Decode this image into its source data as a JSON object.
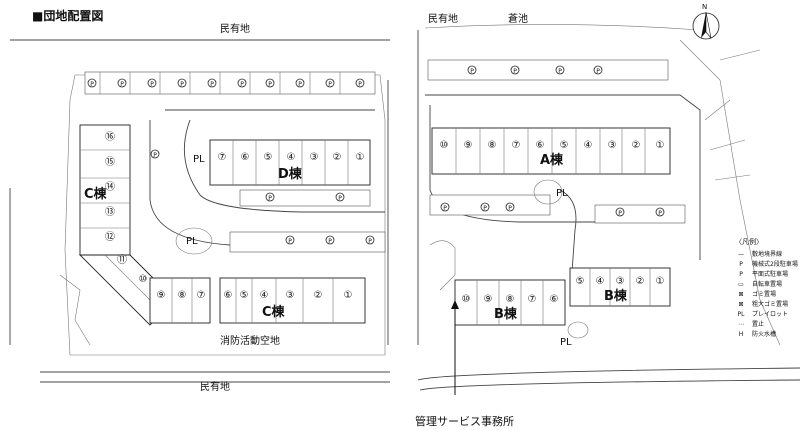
{
  "title": "■団地配置図",
  "labels": {
    "min_yuchi_top_left": "民有地",
    "min_yuchi_top_right": "民有地",
    "aoike": "蒼池",
    "min_yuchi_bottom": "民有地",
    "fire_space": "消防活動空地",
    "management_office": "管理サービス事務所",
    "north": "N",
    "pl": "PL",
    "p": "P"
  },
  "buildings": {
    "A": {
      "name": "A棟",
      "units": [
        "⑩",
        "⑨",
        "⑧",
        "⑦",
        "⑥",
        "⑤",
        "④",
        "③",
        "②",
        "①"
      ]
    },
    "B": {
      "name": "B棟",
      "units_lower": [
        "⑩",
        "⑨",
        "⑧",
        "⑦",
        "⑥"
      ],
      "units_upper": [
        "⑤",
        "④",
        "③",
        "②",
        "①"
      ]
    },
    "C": {
      "name": "C棟",
      "units_vertical": [
        "⑯",
        "⑮",
        "⑭",
        "⑬",
        "⑫",
        "⑪",
        "⑩"
      ],
      "units_horizontal": [
        "⑨",
        "⑧",
        "⑦",
        "⑥",
        "⑤",
        "④",
        "③",
        "②",
        "①"
      ]
    },
    "D": {
      "name": "D棟",
      "units": [
        "⑦",
        "⑥",
        "⑤",
        "④",
        "③",
        "②",
        "①"
      ]
    }
  },
  "legend": {
    "title": "〈凡例〉",
    "items": [
      {
        "sym": "—",
        "label": "敷地境界線"
      },
      {
        "sym": "P",
        "label": "機械式2段駐車場"
      },
      {
        "sym": "P",
        "label": "平面式駐車場"
      },
      {
        "sym": "▭",
        "label": "自転車置場"
      },
      {
        "sym": "⊠",
        "label": "ゴミ置場"
      },
      {
        "sym": "⊠",
        "label": "粗大ゴミ置場"
      },
      {
        "sym": "PL",
        "label": "プレイロット"
      },
      {
        "sym": "⋯",
        "label": "置止"
      },
      {
        "sym": "H",
        "label": "防火水槽"
      }
    ]
  }
}
